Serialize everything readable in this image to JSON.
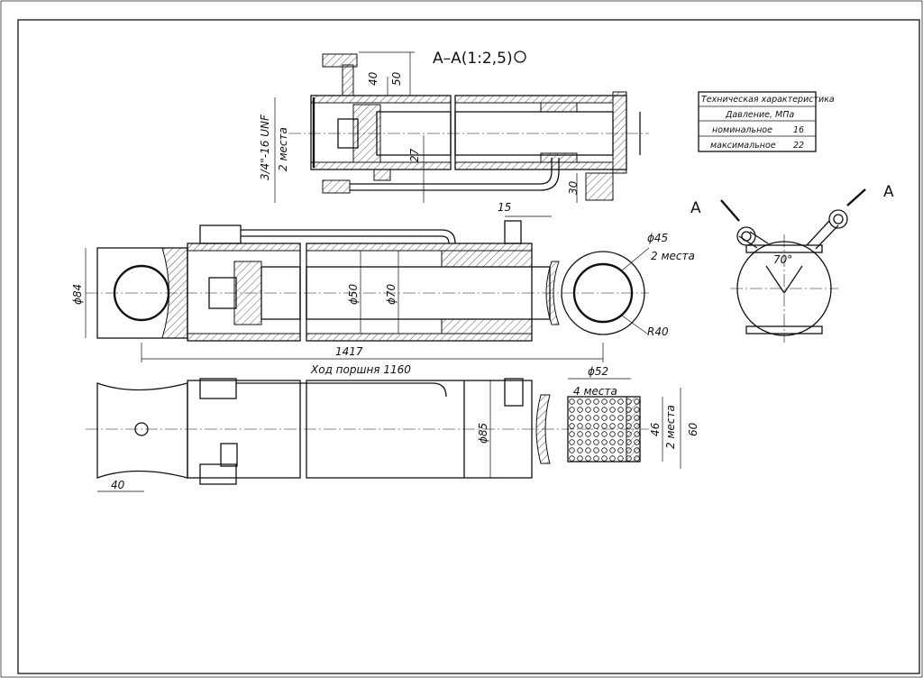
{
  "section_view": {
    "title": "A–A(1:2,5)",
    "dim_40": "40",
    "dim_50": "50",
    "thread": "3/4\"-16 UNF",
    "thread_count": "2 места",
    "dim_27": "27",
    "dim_30": "30",
    "dim_15": "15"
  },
  "main_view": {
    "dia_84": "ϕ84",
    "dia_50": "ϕ50",
    "dia_70": "ϕ70",
    "dia_45": "ϕ45",
    "dia_45_count": "2 места",
    "length": "1417",
    "stroke": "Ход поршня 1160",
    "radius": "R40"
  },
  "end_view": {
    "angle": "70°",
    "section_mark_left": "A",
    "section_mark_right": "A"
  },
  "bottom_view": {
    "dia_52": "ϕ52",
    "dia_52_count": "4 места",
    "dia_85": "ϕ85",
    "dim_46": "46",
    "dim_46_count": "2 места",
    "dim_60": "60",
    "dim_40": "40"
  },
  "spec_table": {
    "title": "Техническая характеристика",
    "subtitle": "Давление, МПа",
    "rows": [
      {
        "label": "номинальное",
        "value": "16"
      },
      {
        "label": "максимальное",
        "value": "22"
      }
    ]
  }
}
